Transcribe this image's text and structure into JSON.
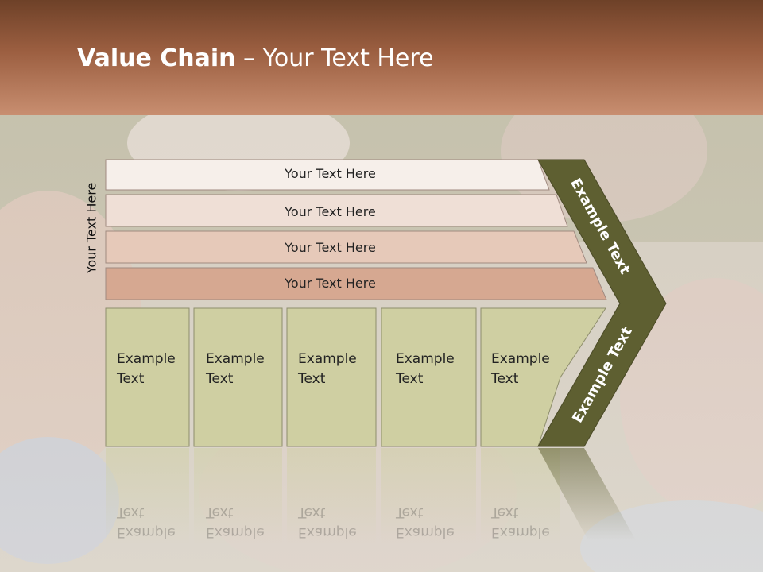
{
  "title": {
    "bold": "Value Chain",
    "rest": " – Your Text Here"
  },
  "side_label": "Your Text Here",
  "rows": [
    "Your Text Here",
    "Your Text Here",
    "Your Text Here",
    "Your Text Here"
  ],
  "boxes": [
    {
      "line1": "Example",
      "line2": "Text"
    },
    {
      "line1": "Example",
      "line2": "Text"
    },
    {
      "line1": "Example",
      "line2": "Text"
    },
    {
      "line1": "Example",
      "line2": "Text"
    },
    {
      "line1": "Example",
      "line2": "Text"
    }
  ],
  "chevrons": [
    "Example Text",
    "Example Text"
  ],
  "colors": {
    "header": "#9c5f41",
    "chevron": "#5e5f31",
    "box": "#cfcfa2"
  }
}
